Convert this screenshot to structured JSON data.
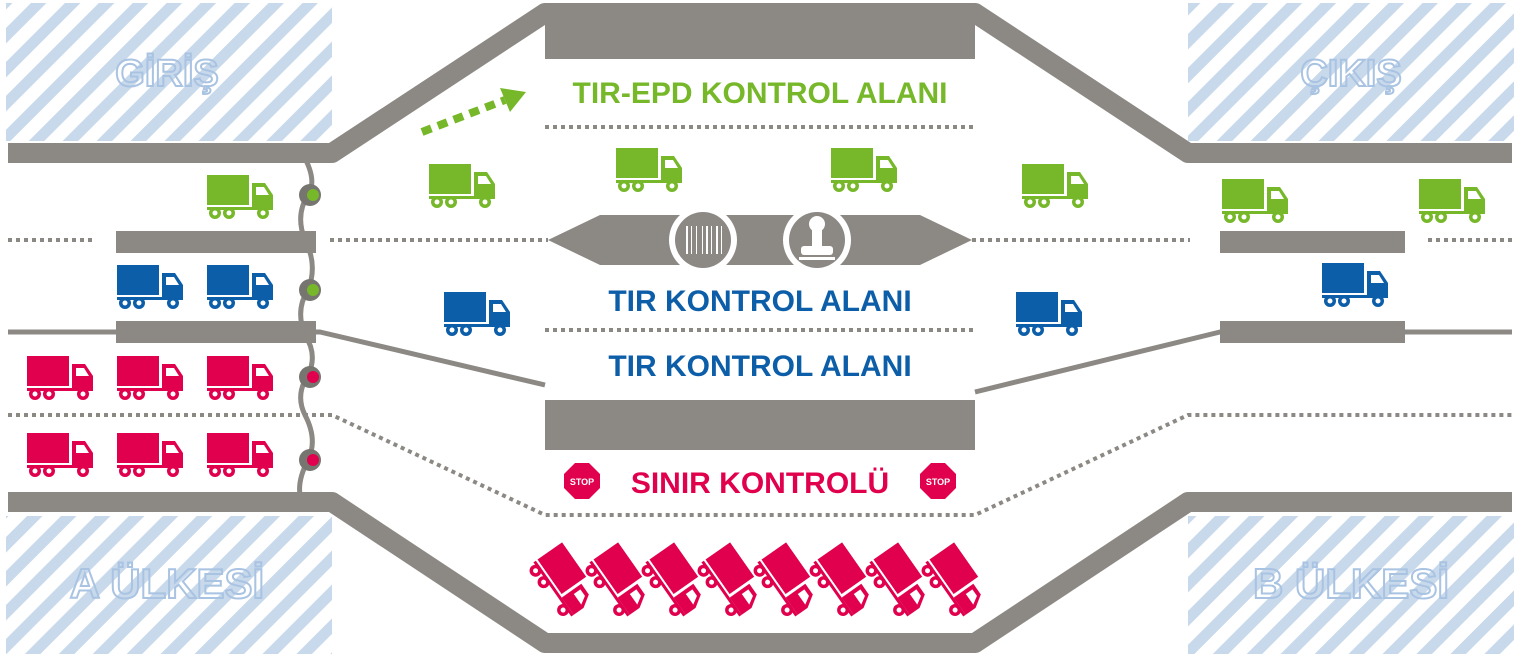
{
  "corners": {
    "entry": "GİRİŞ",
    "exit": "ÇIKIŞ",
    "country_a": "A ÜLKESİ",
    "country_b": "B ÜLKESİ"
  },
  "zones": {
    "tir_epd": "TIR-EPD KONTROL ALANI",
    "tir_upper": "TIR KONTROL ALANI",
    "tir_lower": "TIR KONTROL ALANI",
    "border": "SINIR KONTROLÜ"
  },
  "stop_sign": "STOP",
  "colors": {
    "road": "#8c8985",
    "green": "#77b82a",
    "blue": "#0d5ea8",
    "red": "#e0004d",
    "hatch": "#c9d9ec",
    "hatch_text": "#a9c3e2",
    "traffic_light_body": "#777570"
  },
  "icons": {
    "truck": "truck-icon",
    "barcode": "barcode-icon",
    "stamp": "stamp-icon",
    "stop": "stop-sign-icon",
    "arrow": "dashed-arrow-icon",
    "light": "traffic-light-icon"
  }
}
